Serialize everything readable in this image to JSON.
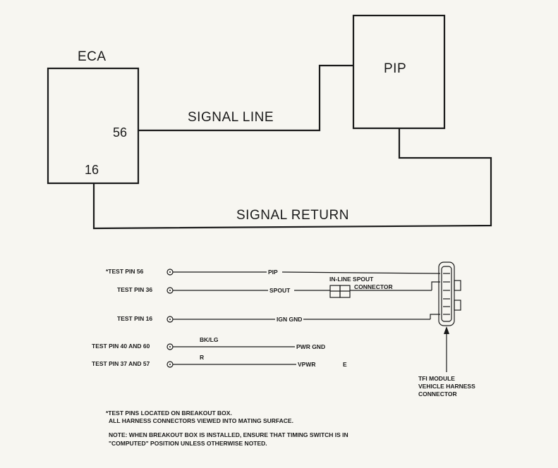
{
  "top_diagram": {
    "eca_label": "ECA",
    "pip_label": "PIP",
    "pin_56": "56",
    "pin_16": "16",
    "signal_line": "SIGNAL LINE",
    "signal_return": "SIGNAL RETURN"
  },
  "harness": {
    "rows": [
      {
        "pin": "*TEST PIN 56",
        "wire": "PIP"
      },
      {
        "pin": "TEST PIN 36",
        "wire": "SPOUT"
      },
      {
        "pin": "TEST PIN 16",
        "wire": "IGN GND"
      },
      {
        "pin": "TEST PIN 40 AND 60",
        "wire": "PWR GND",
        "color": "BK/LG"
      },
      {
        "pin": "TEST PIN 37 AND 57",
        "wire": "VPWR",
        "color": "R",
        "extra": "E"
      }
    ],
    "inline_spout": "IN-LINE SPOUT",
    "connector": "CONNECTOR",
    "module_label": [
      "TFI MODULE",
      "VEHICLE HARNESS",
      "CONNECTOR"
    ]
  },
  "notes": [
    "*TEST PINS LOCATED ON BREAKOUT BOX.",
    "ALL HARNESS CONNECTORS VIEWED INTO MATING SURFACE.",
    "NOTE: WHEN BREAKOUT BOX IS INSTALLED, ENSURE THAT TIMING SWITCH IS IN",
    "\"COMPUTED\" POSITION UNLESS OTHERWISE NOTED."
  ]
}
